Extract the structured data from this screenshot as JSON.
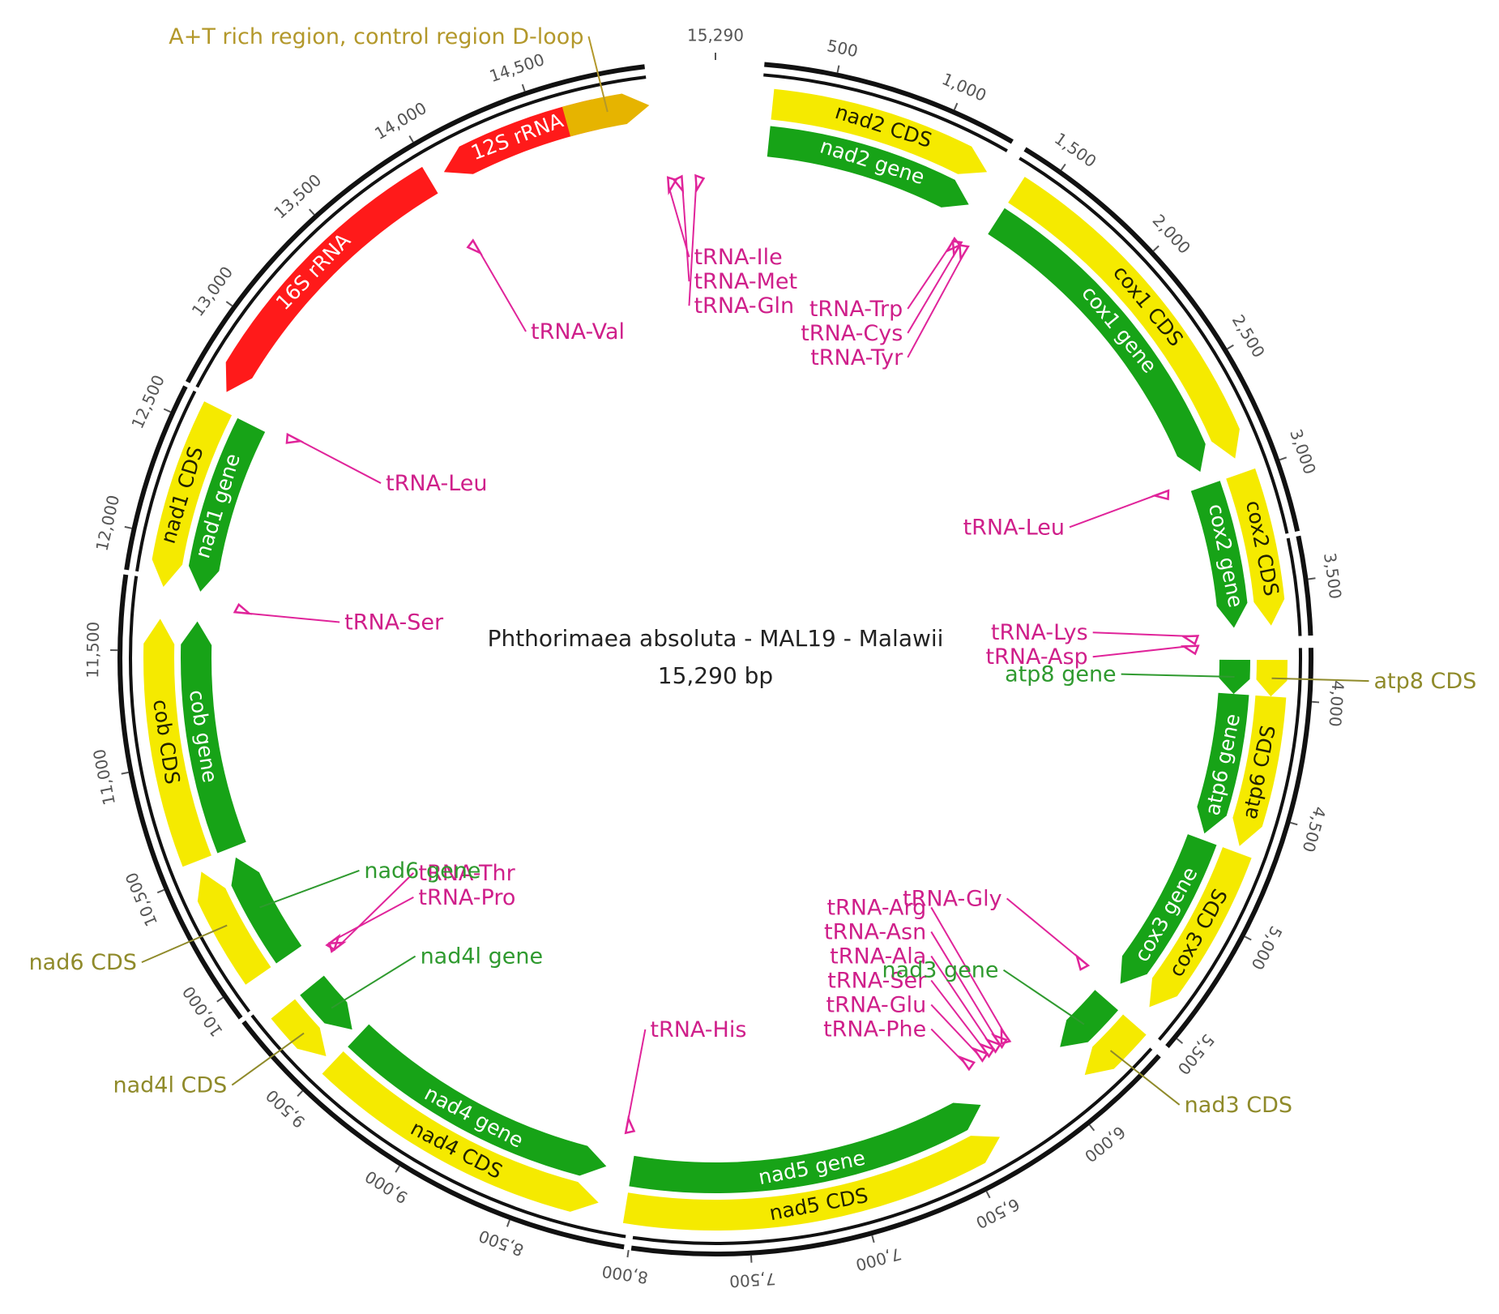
{
  "title": {
    "name": "Phthorimaea absoluta - MAL19 - Malawii",
    "length": "15,290 bp"
  },
  "genome_length": 15290,
  "colors": {
    "CDS": "#f5ea00",
    "gene": "#17a317",
    "rRNA": "#ff1a1a",
    "repeat": "#e6b400",
    "tRNA": "#e0249a",
    "gene_label": "#2f9a2f",
    "cds_label": "#8f8a2a",
    "tRNA_label": "#cf1f8a",
    "repeat_label": "#b3982b"
  },
  "ticks": [
    {
      "pos": 500,
      "label": "500"
    },
    {
      "pos": 1000,
      "label": "1,000"
    },
    {
      "pos": 1500,
      "label": "1,500"
    },
    {
      "pos": 2000,
      "label": "2,000"
    },
    {
      "pos": 2500,
      "label": "2,500"
    },
    {
      "pos": 3000,
      "label": "3,000"
    },
    {
      "pos": 3500,
      "label": "3,500"
    },
    {
      "pos": 4000,
      "label": "4,000"
    },
    {
      "pos": 4500,
      "label": "4,500"
    },
    {
      "pos": 5000,
      "label": "5,000"
    },
    {
      "pos": 5500,
      "label": "5,500"
    },
    {
      "pos": 6000,
      "label": "6,000"
    },
    {
      "pos": 6500,
      "label": "6,500"
    },
    {
      "pos": 7000,
      "label": "7,000"
    },
    {
      "pos": 7500,
      "label": "7,500"
    },
    {
      "pos": 8000,
      "label": "8,000"
    },
    {
      "pos": 8500,
      "label": "8,500"
    },
    {
      "pos": 9000,
      "label": "9,000"
    },
    {
      "pos": 9500,
      "label": "9,500"
    },
    {
      "pos": 10000,
      "label": "10,000"
    },
    {
      "pos": 10500,
      "label": "10,500"
    },
    {
      "pos": 11000,
      "label": "11,000"
    },
    {
      "pos": 11500,
      "label": "11,500"
    },
    {
      "pos": 12000,
      "label": "12,000"
    },
    {
      "pos": 12500,
      "label": "12,500"
    },
    {
      "pos": 13000,
      "label": "13,000"
    },
    {
      "pos": 13500,
      "label": "13,500"
    },
    {
      "pos": 14000,
      "label": "14,000"
    },
    {
      "pos": 14500,
      "label": "14,500"
    },
    {
      "pos": 15290,
      "label": "15,290"
    }
  ],
  "backbone_gaps": [
    {
      "start": 15000,
      "end": 200
    },
    {
      "start": 1270,
      "end": 1330
    },
    {
      "start": 3300,
      "end": 3320
    },
    {
      "start": 3730,
      "end": 3780
    },
    {
      "start": 5550,
      "end": 5600
    },
    {
      "start": 7990,
      "end": 8020
    },
    {
      "start": 9870,
      "end": 9890
    },
    {
      "start": 11810,
      "end": 11830
    },
    {
      "start": 12620,
      "end": 12640
    }
  ],
  "features": [
    {
      "name": "nad2 CDS",
      "type": "CDS",
      "start": 250,
      "end": 1240,
      "strand": 1,
      "label": "inside",
      "text": "nad2 CDS"
    },
    {
      "name": "nad2 gene",
      "type": "gene",
      "start": 250,
      "end": 1240,
      "strand": 1,
      "label": "inside",
      "text": "nad2 gene"
    },
    {
      "name": "cox1 CDS",
      "type": "CDS",
      "start": 1390,
      "end": 2930,
      "strand": 1,
      "label": "inside",
      "text": "cox1 CDS"
    },
    {
      "name": "cox1 gene",
      "type": "gene",
      "start": 1390,
      "end": 2930,
      "strand": 1,
      "label": "inside",
      "text": "cox1 gene"
    },
    {
      "name": "cox2 CDS",
      "type": "CDS",
      "start": 3000,
      "end": 3680,
      "strand": 1,
      "label": "inside",
      "text": "cox2 CDS"
    },
    {
      "name": "cox2 gene",
      "type": "gene",
      "start": 3000,
      "end": 3680,
      "strand": 1,
      "label": "inside",
      "text": "cox2 gene"
    },
    {
      "name": "atp8 CDS",
      "type": "CDS",
      "start": 3830,
      "end": 3990,
      "strand": 1,
      "label": "outside",
      "text": "atp8 CDS"
    },
    {
      "name": "atp8 gene",
      "type": "gene",
      "start": 3830,
      "end": 3990,
      "strand": 1,
      "label": "inside-callout",
      "text": "atp8 gene"
    },
    {
      "name": "atp6 CDS",
      "type": "CDS",
      "start": 3990,
      "end": 4660,
      "strand": 1,
      "label": "inside",
      "text": "atp6 CDS"
    },
    {
      "name": "atp6 gene",
      "type": "gene",
      "start": 3990,
      "end": 4660,
      "strand": 1,
      "label": "inside",
      "text": "atp6 gene"
    },
    {
      "name": "cox3 CDS",
      "type": "CDS",
      "start": 4690,
      "end": 5470,
      "strand": 1,
      "label": "inside",
      "text": "cox3 CDS"
    },
    {
      "name": "cox3 gene",
      "type": "gene",
      "start": 4690,
      "end": 5470,
      "strand": 1,
      "label": "inside",
      "text": "cox3 gene"
    },
    {
      "name": "nad3 CDS",
      "type": "CDS",
      "start": 5570,
      "end": 5880,
      "strand": 1,
      "label": "outside",
      "text": "nad3 CDS"
    },
    {
      "name": "nad3 gene",
      "type": "gene",
      "start": 5570,
      "end": 5880,
      "strand": 1,
      "label": "inside-callout",
      "text": "nad3 gene"
    },
    {
      "name": "nad5 CDS",
      "type": "CDS",
      "start": 6340,
      "end": 8040,
      "strand": -1,
      "label": "inside",
      "text": "nad5 CDS"
    },
    {
      "name": "nad5 gene",
      "type": "gene",
      "start": 6340,
      "end": 8040,
      "strand": -1,
      "label": "inside",
      "text": "nad5 gene"
    },
    {
      "name": "nad4 CDS",
      "type": "CDS",
      "start": 8160,
      "end": 9490,
      "strand": -1,
      "label": "inside",
      "text": "nad4 CDS"
    },
    {
      "name": "nad4 gene",
      "type": "gene",
      "start": 8160,
      "end": 9490,
      "strand": -1,
      "label": "inside",
      "text": "nad4 gene"
    },
    {
      "name": "nad4l CDS",
      "type": "CDS",
      "start": 9530,
      "end": 9810,
      "strand": -1,
      "label": "outside",
      "text": "nad4l CDS"
    },
    {
      "name": "nad4l gene",
      "type": "gene",
      "start": 9530,
      "end": 9810,
      "strand": -1,
      "label": "inside-callout",
      "text": "nad4l gene"
    },
    {
      "name": "nad6 CDS",
      "type": "CDS",
      "start": 9990,
      "end": 10510,
      "strand": 1,
      "label": "outside",
      "text": "nad6 CDS"
    },
    {
      "name": "nad6 gene",
      "type": "gene",
      "start": 9990,
      "end": 10510,
      "strand": 1,
      "label": "inside-callout",
      "text": "nad6 gene"
    },
    {
      "name": "cob CDS",
      "type": "CDS",
      "start": 10560,
      "end": 11640,
      "strand": 1,
      "label": "inside",
      "text": "cob CDS"
    },
    {
      "name": "cob gene",
      "type": "gene",
      "start": 10560,
      "end": 11640,
      "strand": 1,
      "label": "inside",
      "text": "cob gene"
    },
    {
      "name": "nad1 CDS",
      "type": "CDS",
      "start": 11780,
      "end": 12600,
      "strand": -1,
      "label": "inside",
      "text": "nad1 CDS"
    },
    {
      "name": "nad1 gene",
      "type": "gene",
      "start": 11780,
      "end": 12600,
      "strand": -1,
      "label": "inside",
      "text": "nad1 gene"
    },
    {
      "name": "16S rRNA",
      "type": "rRNA",
      "start": 12680,
      "end": 13980,
      "strand": -1,
      "label": "inside",
      "text": "16S rRNA"
    },
    {
      "name": "12S rRNA",
      "type": "rRNA",
      "start": 14050,
      "end": 14760,
      "strand": -1,
      "label": "inside",
      "text": "12S rRNA"
    },
    {
      "name": "A+T rich region",
      "type": "repeat",
      "start": 14630,
      "end": 15000,
      "strand": 1,
      "label": "outside",
      "text": "A+T rich region, control region D-loop"
    }
  ],
  "trnas": [
    {
      "text": "tRNA-Ile",
      "pos": 15050,
      "strand": 1
    },
    {
      "text": "tRNA-Met",
      "pos": 15120,
      "strand": -1
    },
    {
      "text": "tRNA-Gln",
      "pos": 15190,
      "strand": 1
    },
    {
      "text": "tRNA-Trp",
      "pos": 1260,
      "strand": 1
    },
    {
      "text": "tRNA-Cys",
      "pos": 1300,
      "strand": -1
    },
    {
      "text": "tRNA-Tyr",
      "pos": 1340,
      "strand": -1
    },
    {
      "text": "tRNA-Leu",
      "pos": 2960,
      "strand": 1
    },
    {
      "text": "tRNA-Lys",
      "pos": 3710,
      "strand": 1
    },
    {
      "text": "tRNA-Asp",
      "pos": 3760,
      "strand": 1
    },
    {
      "text": "tRNA-Gly",
      "pos": 5500,
      "strand": 1
    },
    {
      "text": "tRNA-Arg",
      "pos": 6050,
      "strand": 1
    },
    {
      "text": "tRNA-Asn",
      "pos": 6100,
      "strand": -1
    },
    {
      "text": "tRNA-Ala",
      "pos": 6140,
      "strand": -1
    },
    {
      "text": "tRNA-Ser",
      "pos": 6180,
      "strand": -1
    },
    {
      "text": "tRNA-Glu",
      "pos": 6220,
      "strand": -1
    },
    {
      "text": "tRNA-Phe",
      "pos": 6300,
      "strand": -1
    },
    {
      "text": "tRNA-His",
      "pos": 8100,
      "strand": -1
    },
    {
      "text": "tRNA-Thr",
      "pos": 9880,
      "strand": 1
    },
    {
      "text": "tRNA-Pro",
      "pos": 9920,
      "strand": -1
    },
    {
      "text": "tRNA-Ser",
      "pos": 11700,
      "strand": 1
    },
    {
      "text": "tRNA-Leu",
      "pos": 12640,
      "strand": -1
    },
    {
      "text": "tRNA-Val",
      "pos": 14010,
      "strand": -1
    }
  ]
}
